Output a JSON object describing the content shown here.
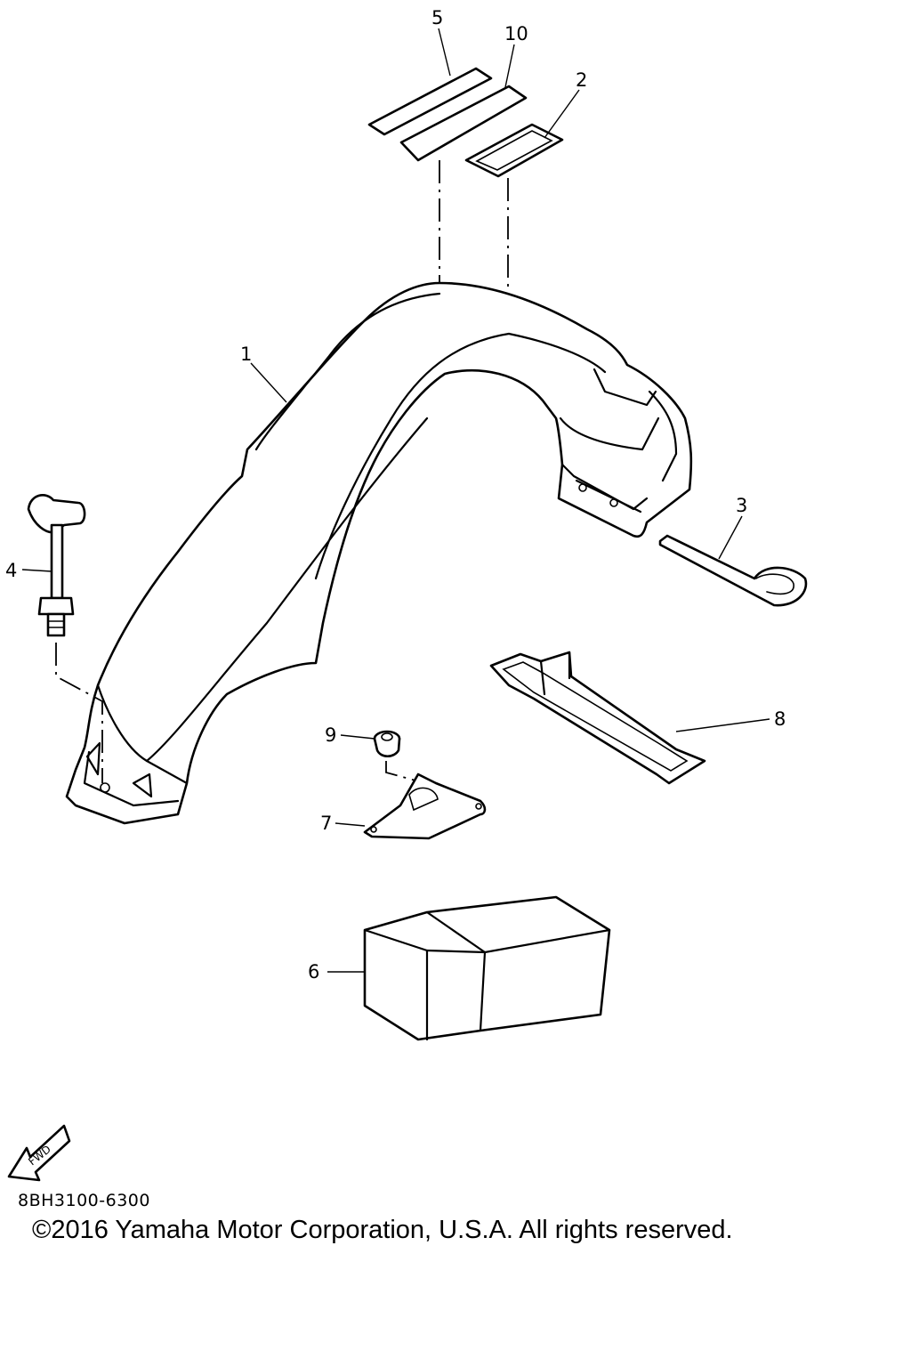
{
  "callouts": {
    "c1": "1",
    "c2": "2",
    "c3": "3",
    "c4": "4",
    "c5": "5",
    "c6": "6",
    "c7": "7",
    "c8": "8",
    "c9": "9",
    "c10": "10"
  },
  "fwd_label": "FWD",
  "diagram_code": "8BH3100-6300",
  "copyright": "©2016 Yamaha Motor Corporation, U.S.A. All rights reserved."
}
